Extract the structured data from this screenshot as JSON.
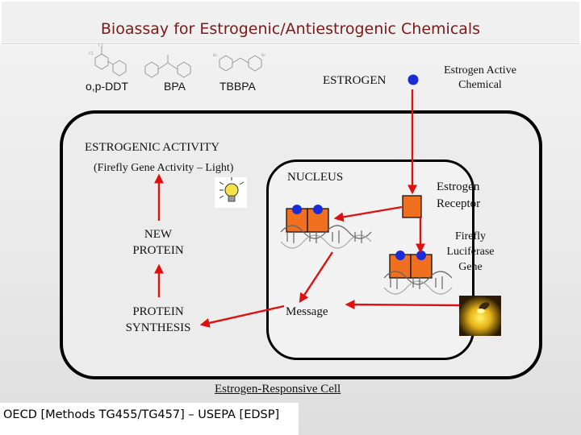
{
  "title": "Bioassay for Estrogenic/Antiestrogenic Chemicals",
  "chemicals": [
    "o,p-DDT",
    "BPA",
    "TBBPA"
  ],
  "estrogen_label": "ESTROGEN",
  "estrogen_active_chemical": [
    "Estrogen Active",
    "Chemical"
  ],
  "estrogenic_activity": "ESTROGENIC ACTIVITY",
  "firefly_activity": "(Firefly Gene Activity – Light)",
  "nucleus": "NUCLEUS",
  "estrogen_receptor": [
    "Estrogen",
    "Receptor"
  ],
  "new_protein": [
    "NEW",
    "PROTEIN"
  ],
  "firefly_luciferase_gene": [
    "Firefly",
    "Luciferase",
    "Gene"
  ],
  "protein_synthesis": [
    "PROTEIN",
    "SYNTHESIS"
  ],
  "message": "Message",
  "cell_label": "Estrogen-Responsive Cell",
  "footer": "OECD [Methods TG455/TG457] – USEPA [EDSP]",
  "colors": {
    "title": "#7a1a1a",
    "arrow": "#e01010",
    "receptor": "#f07020",
    "ligand": "#1a2bd8",
    "cell_border": "#000000"
  }
}
